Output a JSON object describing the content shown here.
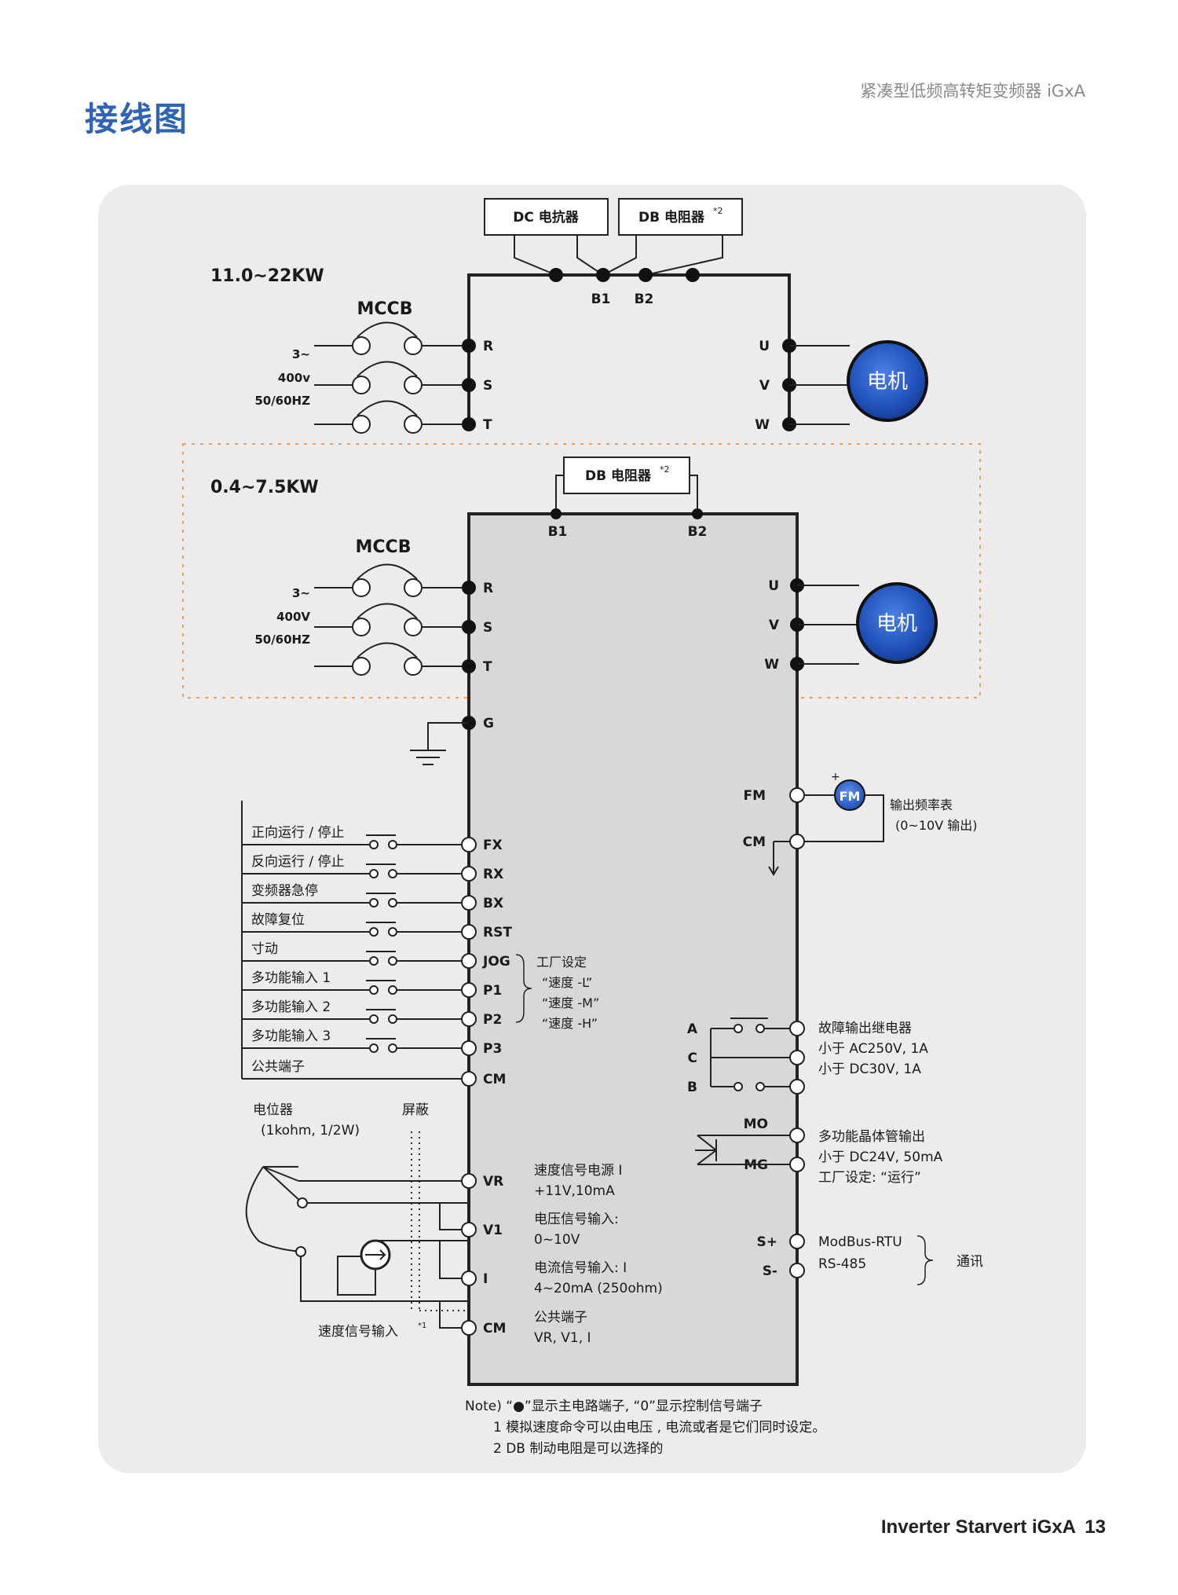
{
  "header": {
    "title": "接线图",
    "subtitle": "紧凑型低频高转矩变频器 iGxA"
  },
  "footer": {
    "product": "Inverter Starvert iGxA",
    "page": "13"
  },
  "top_section": {
    "range": "11.0~22KW",
    "dc_reactor": "DC 电抗器",
    "db_resistor": "DB 电阻器",
    "db_sup": "*2",
    "b1": "B1",
    "b2": "B2",
    "mccb": "MCCB",
    "supply": [
      "3~",
      "400v",
      "50/60HZ"
    ],
    "inputs": [
      "R",
      "S",
      "T"
    ],
    "outputs": [
      "U",
      "V",
      "W"
    ],
    "motor": "电机"
  },
  "mid_section": {
    "range": "0.4~7.5KW",
    "db_resistor": "DB 电阻器",
    "db_sup": "*2",
    "b1": "B1",
    "b2": "B2",
    "mccb": "MCCB",
    "supply": [
      "3~",
      "400V",
      "50/60HZ"
    ],
    "inputs": [
      "R",
      "S",
      "T"
    ],
    "outputs": [
      "U",
      "V",
      "W"
    ],
    "motor": "电机"
  },
  "ground": "G",
  "digital_inputs": [
    {
      "desc": "正向运行 / 停止",
      "term": "FX"
    },
    {
      "desc": "反向运行 / 停止",
      "term": "RX"
    },
    {
      "desc": "变频器急停",
      "term": "BX"
    },
    {
      "desc": "故障复位",
      "term": "RST"
    },
    {
      "desc": "寸动",
      "term": "JOG"
    },
    {
      "desc": "多功能输入 1",
      "term": "P1"
    },
    {
      "desc": "多功能输入 2",
      "term": "P2"
    },
    {
      "desc": "多功能输入 3",
      "term": "P3"
    },
    {
      "desc": "公共端子",
      "term": "CM"
    }
  ],
  "factory_setting": [
    "工厂设定",
    "“速度 -L”",
    "“速度 -M”",
    "“速度 -H”"
  ],
  "analog": {
    "pot_label": "电位器",
    "pot_spec": "(1kohm, 1/2W)",
    "shield": "屏蔽",
    "speed_input": "速度信号输入",
    "speed_input_sup": "*1",
    "terms": [
      "VR",
      "V1",
      "I",
      "CM"
    ],
    "desc": [
      [
        "速度信号电源 I",
        "+11V,10mA"
      ],
      [
        "电压信号输入:",
        "0~10V"
      ],
      [
        "电流信号输入: I",
        "4~20mA (250ohm)"
      ],
      [
        "公共端子",
        "VR, V1, I"
      ]
    ]
  },
  "fm": {
    "term": "FM",
    "cm": "CM",
    "meter": "FM",
    "plus": "+",
    "desc": [
      "输出频率表",
      "(0~10V 输出)"
    ]
  },
  "relay": {
    "terms": [
      "A",
      "C",
      "B"
    ],
    "desc": [
      "故障输出继电器",
      "小于 AC250V, 1A",
      "小于 DC30V, 1A"
    ]
  },
  "mo": {
    "terms": [
      "MO",
      "MG"
    ],
    "desc": [
      "多功能晶体管输出",
      "小于 DC24V, 50mA",
      "工厂设定: “运行”"
    ]
  },
  "comm": {
    "terms": [
      "S+",
      "S-"
    ],
    "desc": [
      "ModBus-RTU",
      "RS-485"
    ],
    "label": "通讯"
  },
  "notes": [
    "Note) “●”显示主电路端子, “0”显示控制信号端子",
    "1 模拟速度命令可以由电压 , 电流或者是它们同时设定。",
    "2 DB 制动电阻是可以选择的"
  ],
  "colors": {
    "title": "#2e63b5",
    "panel": "#ececec",
    "motor": "#2255c4",
    "dashed": "#e8a05a",
    "inverter": "#d8d8d8"
  }
}
